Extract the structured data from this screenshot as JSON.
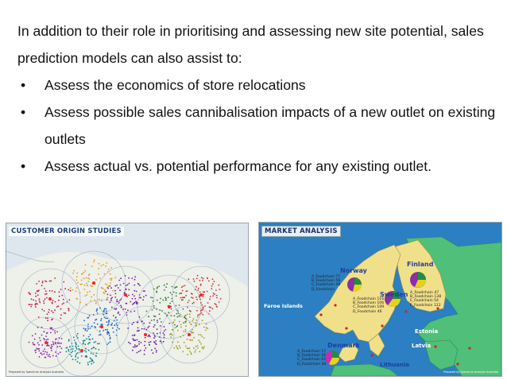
{
  "intro": "In addition to their role in prioritising and assessing new site potential, sales prediction models can also assist to:",
  "bullets": [
    {
      "marker": "•",
      "text": "Assess the economics of store relocations"
    },
    {
      "marker": "•",
      "text": "Assess possible sales cannibalisation impacts of a new outlet on existing outlets"
    },
    {
      "marker": "•",
      "text": "Assess actual vs. potential performance for any existing outlet."
    }
  ],
  "figures": {
    "customer_origin": {
      "title": "CUSTOMER ORIGIN STUDIES",
      "footnote": "Prepared by Spectrum Analysis Australia"
    },
    "market_analysis": {
      "title": "MARKET ANALYSIS",
      "countries": {
        "norway": "Norway",
        "sweden": "Sweden",
        "finland": "Finland",
        "faroe": "Faroe Islands",
        "estonia": "Estonia",
        "latvia": "Latvia",
        "denmark": "Denmark",
        "lithuania": "Lithuania"
      },
      "legend_norway": [
        "A_Foodchain 77",
        "B_Foodchain 56",
        "C_Foodchain 48",
        "D_Foodchain"
      ],
      "legend_sweden": [
        "A_Foodchain 116",
        "B_Foodchain 106",
        "C_Foodchain 109",
        "D_Foodchain 46"
      ],
      "legend_finland": [
        "A_Foodchain 47",
        "B_Foodchain 138",
        "E_Foodchain 54",
        "F_Foodchain 122"
      ],
      "legend_denmark": [
        "A_Foodchain 17",
        "B_Foodchain 56",
        "C_Foodchain 61",
        "D_Foodchain 84"
      ],
      "footnote": "Prepared by Spectrum Analysis Australia"
    }
  },
  "colors": {
    "land_scandinavia": "#f1e08a",
    "land_other": "#4fbf7a",
    "sea": "#2b7fc2",
    "label_blue": "#1d3f9e"
  }
}
